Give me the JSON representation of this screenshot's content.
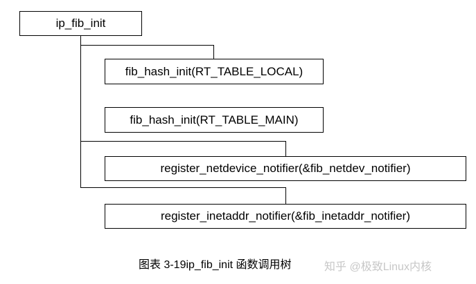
{
  "diagram": {
    "root": "ip_fib_init",
    "children": [
      "fib_hash_init(RT_TABLE_LOCAL)",
      "fib_hash_init(RT_TABLE_MAIN)",
      "register_netdevice_notifier(&fib_netdev_notifier)",
      "register_inetaddr_notifier(&fib_inetaddr_notifier)"
    ]
  },
  "caption": "图表 3-19ip_fib_init 函数调用树",
  "watermark": "知乎 @极致Linux内核"
}
